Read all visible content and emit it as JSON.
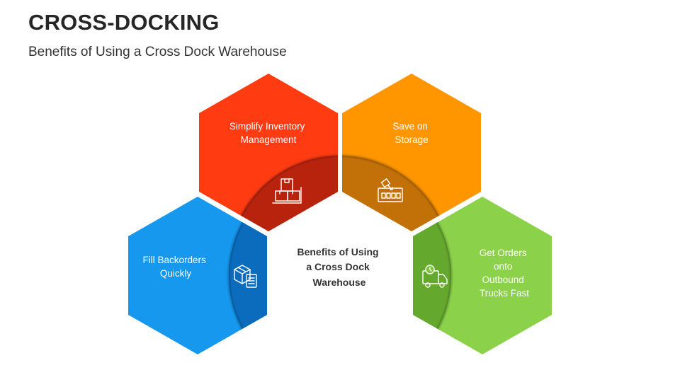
{
  "header": {
    "title": "CROSS-DOCKING",
    "subtitle": "Benefits of Using a Cross Dock Warehouse"
  },
  "center": {
    "lines": [
      "Benefits of Using",
      "a Cross Dock",
      "Warehouse"
    ]
  },
  "benefits": [
    {
      "id": "inventory",
      "lines": [
        "Simplify Inventory",
        "Management"
      ],
      "color": "#ff3b12",
      "shade": "#b8230e",
      "icon": "boxes-on-cart-icon"
    },
    {
      "id": "storage",
      "lines": [
        "Save on",
        "Storage"
      ],
      "color": "#ff9600",
      "shade": "#c27008",
      "icon": "storage-shelf-icon"
    },
    {
      "id": "backorders",
      "lines": [
        "Fill Backorders",
        "Quickly"
      ],
      "color": "#1598ee",
      "shade": "#0b6cbe",
      "icon": "box-checklist-icon"
    },
    {
      "id": "trucks",
      "lines": [
        "Get Orders",
        "onto",
        "Outbound",
        "Trucks Fast"
      ],
      "color": "#8bd24a",
      "shade": "#64a82e",
      "icon": "delivery-truck-icon"
    }
  ]
}
